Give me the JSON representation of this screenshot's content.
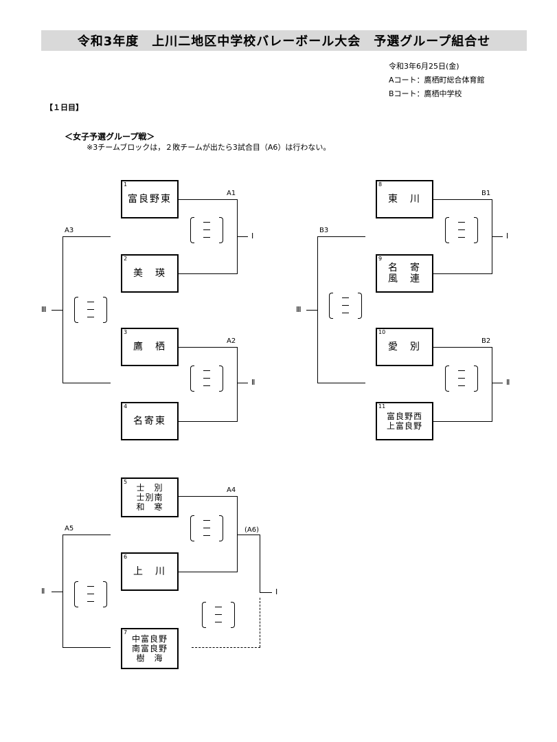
{
  "header": {
    "title": "令和3年度　上川二地区中学校バレーボール大会　予選グループ組合せ"
  },
  "info": {
    "date": "令和3年6月25日(金)",
    "court_a": "Aコート：鷹栖町総合体育館",
    "court_b": "Bコート：鷹栖中学校"
  },
  "day_label": "【１日目】",
  "section_title": "＜女子予選グループ戦＞",
  "note": "※3チームブロックは，２敗チームが出たら3試合目（A6）は行わない。",
  "teams": {
    "t1": {
      "num": "1",
      "lines": [
        "富良野東"
      ]
    },
    "t2": {
      "num": "2",
      "lines": [
        "美　瑛"
      ]
    },
    "t3": {
      "num": "3",
      "lines": [
        "鷹　栖"
      ]
    },
    "t4": {
      "num": "4",
      "lines": [
        "名寄東"
      ]
    },
    "t5": {
      "num": "5",
      "lines": [
        "士　別",
        "士別南",
        "和　寒"
      ]
    },
    "t6": {
      "num": "6",
      "lines": [
        "上　川"
      ]
    },
    "t7": {
      "num": "7",
      "lines": [
        "中富良野",
        "南富良野",
        "樹　海"
      ]
    },
    "t8": {
      "num": "8",
      "lines": [
        "東　川"
      ]
    },
    "t9": {
      "num": "9",
      "lines": [
        "名　寄",
        "風　連"
      ]
    },
    "t10": {
      "num": "10",
      "lines": [
        "愛　別"
      ]
    },
    "t11": {
      "num": "11",
      "lines": [
        "富良野西",
        "上富良野"
      ]
    }
  },
  "matches": {
    "a1": "A1",
    "a2": "A2",
    "a3": "A3",
    "a4": "A4",
    "a5": "A5",
    "a6": "(A6)",
    "b1": "B1",
    "b2": "B2",
    "b3": "B3"
  },
  "results": {
    "r_a1": "Ⅰ",
    "r_a2": "Ⅱ",
    "r_a3": "Ⅲ",
    "r_a4": "Ⅰ",
    "r_a5": "Ⅱ",
    "r_b1": "Ⅰ",
    "r_b2": "Ⅱ",
    "r_b3": "Ⅲ"
  }
}
